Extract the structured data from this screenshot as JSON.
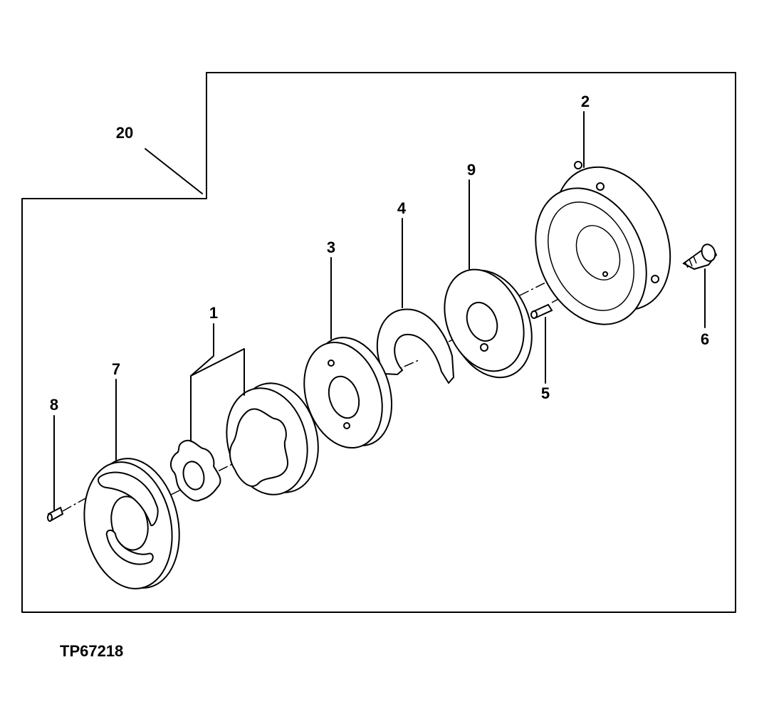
{
  "figure_id": "TP67218",
  "callouts": {
    "c1": "1",
    "c2": "2",
    "c3": "3",
    "c4": "4",
    "c5": "5",
    "c6": "6",
    "c7": "7",
    "c8": "8",
    "c9": "9",
    "c20": "20"
  }
}
